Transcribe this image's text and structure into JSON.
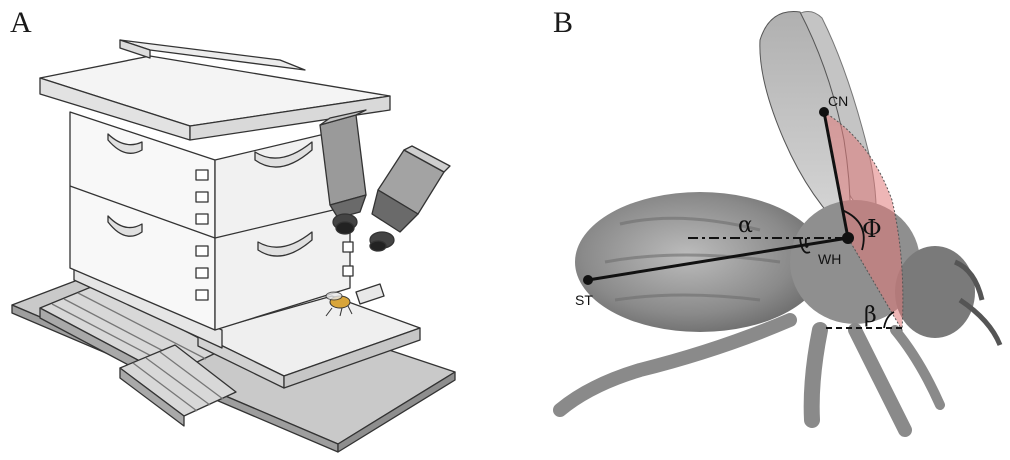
{
  "panels": {
    "a": {
      "letter": "A"
    },
    "b": {
      "letter": "B",
      "points": {
        "st": "ST",
        "cn": "CN",
        "wh": "WH"
      },
      "angles": {
        "alpha": "α",
        "beta": "β",
        "phi": "Φ"
      }
    }
  },
  "colors": {
    "wing_sector": "#e07a7a",
    "ink": "#111111",
    "hive": "#f6f6f6",
    "outline": "#333333"
  },
  "icons": [
    "beehive-illustration",
    "camera-icon",
    "aluminium-rail",
    "honeybee-photo"
  ]
}
